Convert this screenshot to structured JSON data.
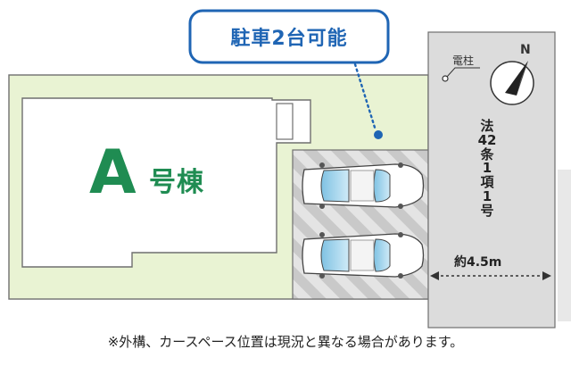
{
  "callout": {
    "text": "駐車2台可能"
  },
  "building": {
    "letter": "A",
    "suffix": "号棟"
  },
  "utility_pole": {
    "label": "電柱"
  },
  "road": {
    "designation": "法42条1項1号",
    "width": "約4.5m"
  },
  "compass": {
    "north": "N"
  },
  "note": {
    "text": "※外構、カースペース位置は現況と異なる場合があります。"
  },
  "colors": {
    "lot_fill": "#e9f3d3",
    "lot_outline": "#6f6f6f",
    "road_fill": "#dcdcdc",
    "building_fill": "#ffffff",
    "callout_blue": "#1f65b4",
    "building_green": "#1f8c52",
    "car_body": "#ffffff",
    "car_glass": "#9fd3ec"
  }
}
